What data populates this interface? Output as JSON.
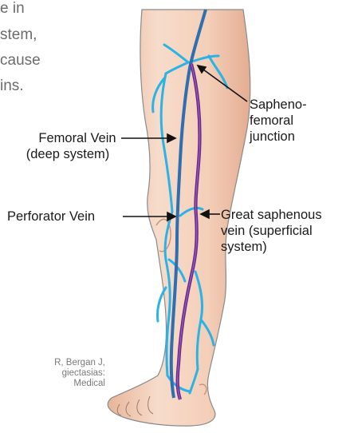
{
  "intro_text": [
    "e in",
    "stem,",
    "cause",
    "ins."
  ],
  "labels": {
    "sapheno": [
      "Sapheno-",
      "femoral",
      "junction"
    ],
    "femoral": [
      "Femoral Vein",
      "(deep system)"
    ],
    "perforator": "Perforator Vein",
    "great_saphenous": [
      "Great saphenous",
      "vein (superficial",
      "system)"
    ]
  },
  "credit": [
    " R, Bergan J,",
    "giectasias:",
    "Medical"
  ],
  "colors": {
    "skin_light": "#f7d9c6",
    "skin_dark": "#e8b79c",
    "skin_outline": "#8a8a8a",
    "deep_vein": "#2f6fb0",
    "superficial_vein": "#2bb3e6",
    "saphenous_vein": "#6a2a8c",
    "label_line": "#111111"
  }
}
